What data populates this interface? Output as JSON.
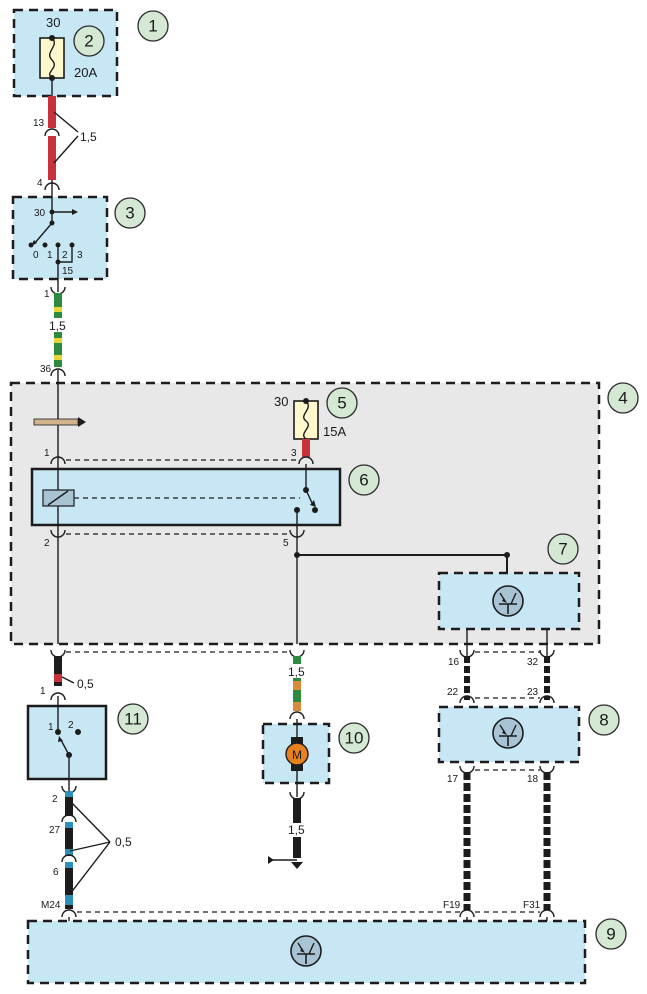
{
  "title": "Wiring diagram",
  "callouts": [
    {
      "id": "1",
      "label": "1"
    },
    {
      "id": "2",
      "label": "2"
    },
    {
      "id": "3",
      "label": "3"
    },
    {
      "id": "4",
      "label": "4"
    },
    {
      "id": "5",
      "label": "5"
    },
    {
      "id": "6",
      "label": "6"
    },
    {
      "id": "7",
      "label": "7"
    },
    {
      "id": "8",
      "label": "8"
    },
    {
      "id": "9",
      "label": "9"
    },
    {
      "id": "10",
      "label": "10"
    },
    {
      "id": "11",
      "label": "11"
    }
  ],
  "components": {
    "fuse_main": {
      "terminal": "30",
      "rating": "20A",
      "callout": "2"
    },
    "ignition_switch": {
      "terminal_in": "30",
      "positions": [
        "0",
        "1",
        "2",
        "3"
      ],
      "terminal_out": "15",
      "callout": "3"
    },
    "fuse_box_unit": {
      "callout": "4"
    },
    "fuse_secondary": {
      "terminal": "30",
      "rating": "15A",
      "callout": "5"
    },
    "relay": {
      "pins": [
        "1",
        "2",
        "3",
        "5"
      ],
      "callout": "6"
    },
    "control_module_a": {
      "callout": "7"
    },
    "control_module_b": {
      "callout": "8"
    },
    "control_module_c": {
      "callout": "9"
    },
    "motor": {
      "symbol": "M",
      "callout": "10"
    },
    "switch": {
      "pins": [
        "1",
        "2"
      ],
      "callout": "11"
    }
  },
  "connectors": {
    "c13": "13",
    "c4": "4",
    "c1_top": "1",
    "c36": "36",
    "relay_1": "1",
    "relay_2": "2",
    "relay_3": "3",
    "relay_5": "5",
    "c16": "16",
    "c32": "32",
    "c22": "22",
    "c23": "23",
    "c17": "17",
    "c18": "18",
    "sw_1": "1",
    "sw_2": "2",
    "c27": "27",
    "c6": "6",
    "m24": "M24",
    "f19": "F19",
    "f31": "F31"
  },
  "wire_gauges": {
    "red_feed": "1,5",
    "green_yellow": "1,5",
    "red_black": "0,5",
    "black_blue": "0,5",
    "green_orange": "1,5",
    "motor_ground": "1,5"
  },
  "colors": {
    "red": "#c8303a",
    "green": "#2e8b3e",
    "yellow": "#e8d53a",
    "black": "#1c1c1c",
    "blue": "#2e8fb8",
    "orange": "#d98a3a",
    "block_fill": "#c8e7f5",
    "unit_fill": "#e8e8e8",
    "callout_fill": "#d5e8d4",
    "fuse_fill": "#fff8cc",
    "motor_fill": "#e8801e"
  }
}
